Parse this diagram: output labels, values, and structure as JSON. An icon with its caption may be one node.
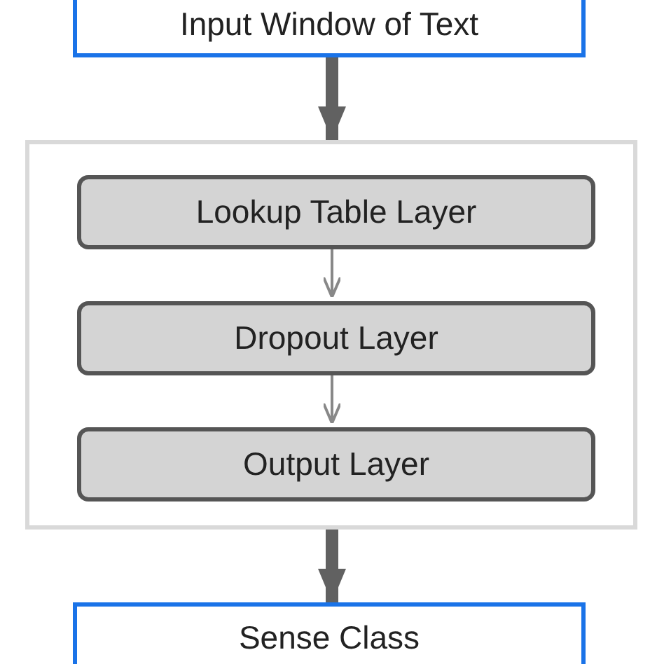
{
  "diagram": {
    "nodes": [
      {
        "text": [
          "Input Window of Text"
        ]
      },
      {
        "text": [],
        "shape": "box"
      },
      {
        "text": [
          "Lookup Table Layer"
        ],
        "in": 1
      },
      {
        "text": [
          "Dropout Layer"
        ],
        "in": 1
      },
      {
        "text": [
          "Output Layer"
        ],
        "in": 1
      },
      {
        "text": [
          "Sense Class"
        ]
      }
    ],
    "edges": [
      {
        "from": 0,
        "to": 1,
        "arrow": "to",
        "style": "thick"
      },
      {
        "from": 2,
        "to": 3,
        "arrow": "to"
      },
      {
        "from": 3,
        "to": 4,
        "arrow": "to"
      },
      {
        "from": 1,
        "to": 5,
        "arrow": "to",
        "style": "thick"
      }
    ]
  }
}
